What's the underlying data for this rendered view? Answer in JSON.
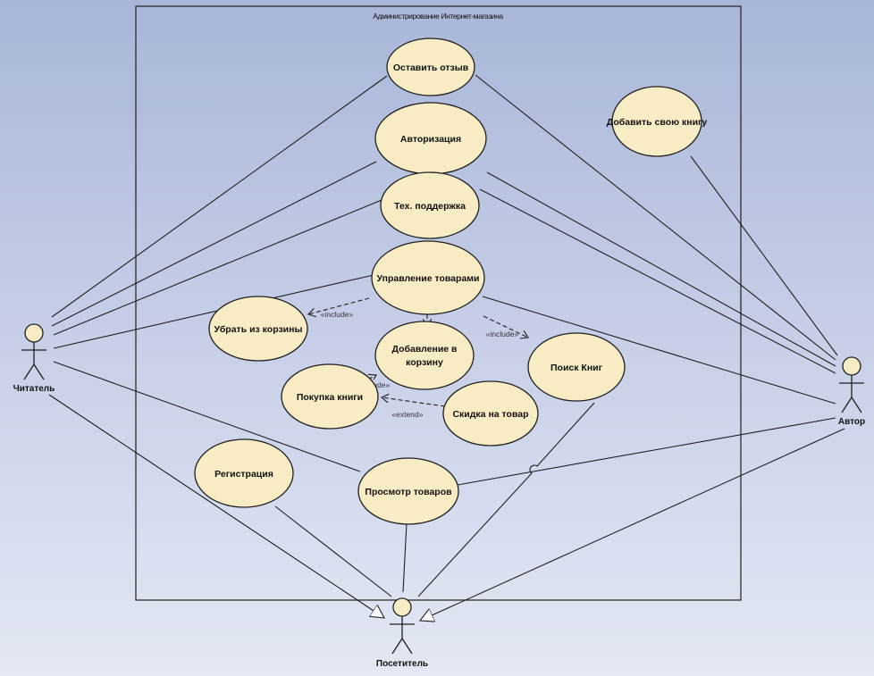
{
  "diagram": {
    "boundary_title": "Администрирование Интернет-магазина",
    "actors": {
      "reader": "Читатель",
      "author": "Автор",
      "visitor": "Посетитель"
    },
    "use_cases": {
      "leave_review": "Оставить отзыв",
      "authorization": "Авторизация",
      "tech_support": "Тех. поддержка",
      "manage_goods": "Управление товарами",
      "remove_from_cart": "Убрать из корзины",
      "add_to_cart_1": "Добавление в",
      "add_to_cart_2": "корзину",
      "buy_book": "Покупка книги",
      "discount": "Скидка на товар",
      "search_books": "Поиск Книг",
      "registration": "Регистрация",
      "view_goods": "Просмотр товаров",
      "add_own_book": "Добавить свою книгу"
    },
    "stereotypes": {
      "include": "«include»",
      "extend": "«extend»"
    }
  }
}
